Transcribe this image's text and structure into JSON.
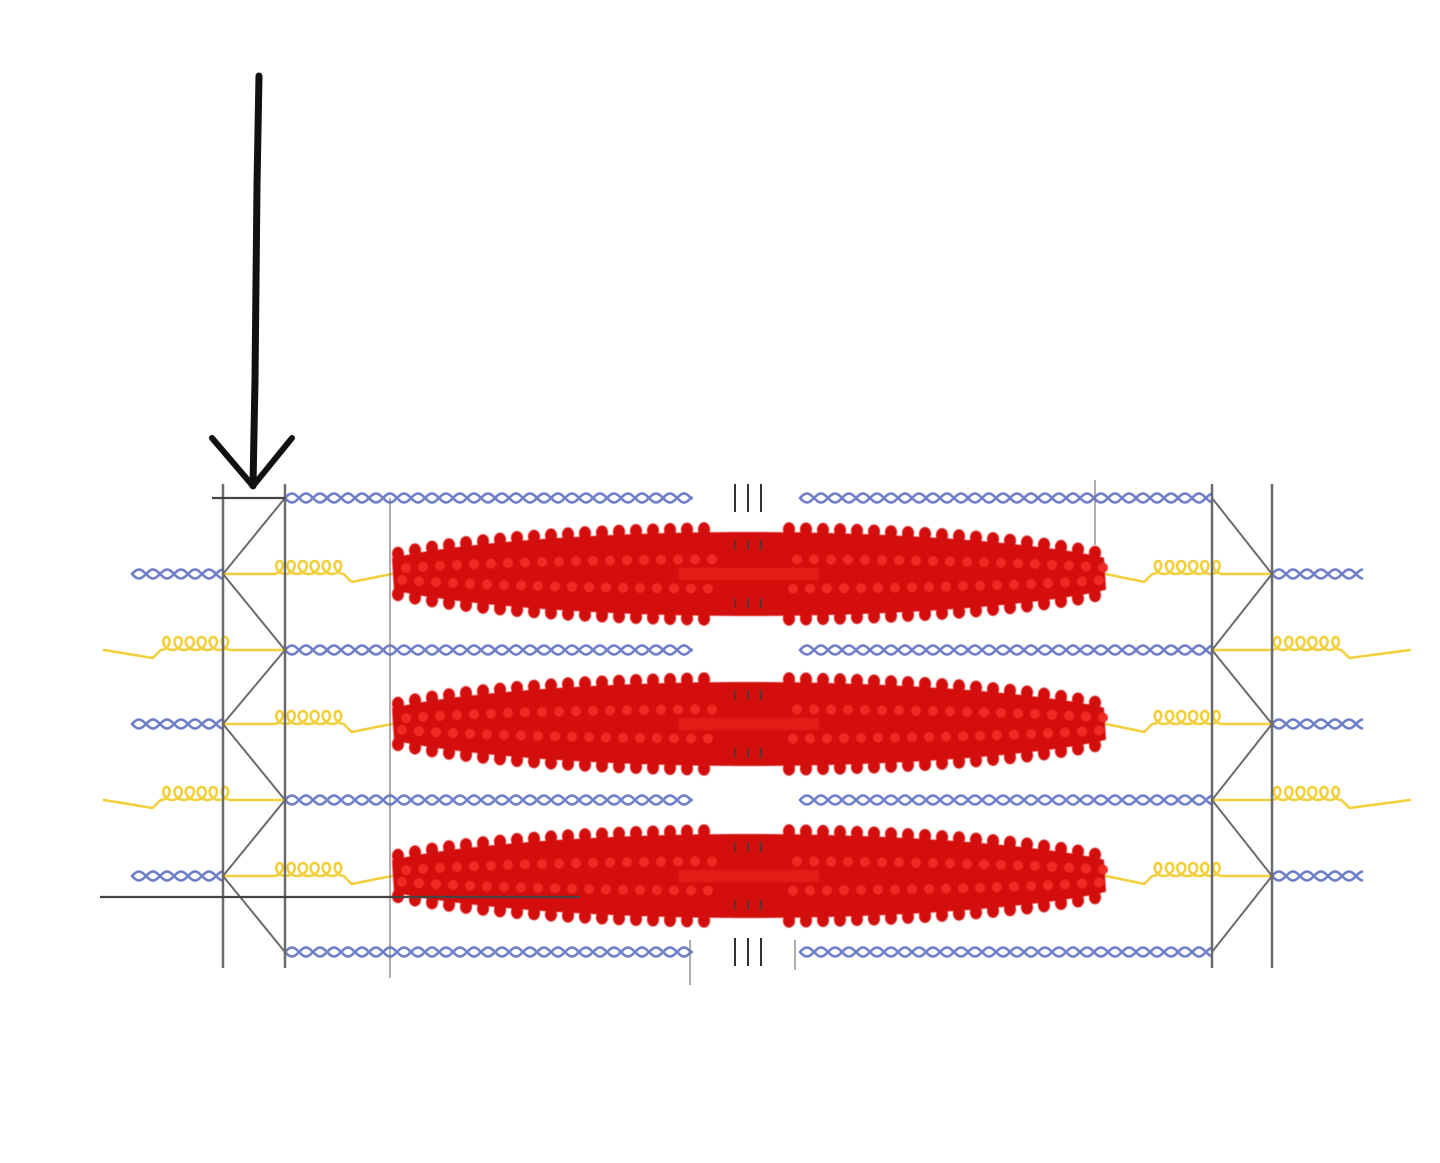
{
  "diagram": {
    "kind": "sarcomere",
    "colors": {
      "background": "#ffffff",
      "actin": "#6f7fc9",
      "titin": "#f2cf3c",
      "myosin": "#d40d0d",
      "myosin_highlight": "#ef2a22",
      "z_disc": "#6b6b6b",
      "pointer": "#111111",
      "bracket": "#444444"
    },
    "structure": {
      "myosin_filament_count": 3,
      "actin_rows_per_half": 4,
      "titin_rows_per_side": 5
    },
    "annotations": [
      {
        "type": "arrow",
        "icon": "arrow-down-icon",
        "target": "z-disc-left"
      }
    ]
  }
}
